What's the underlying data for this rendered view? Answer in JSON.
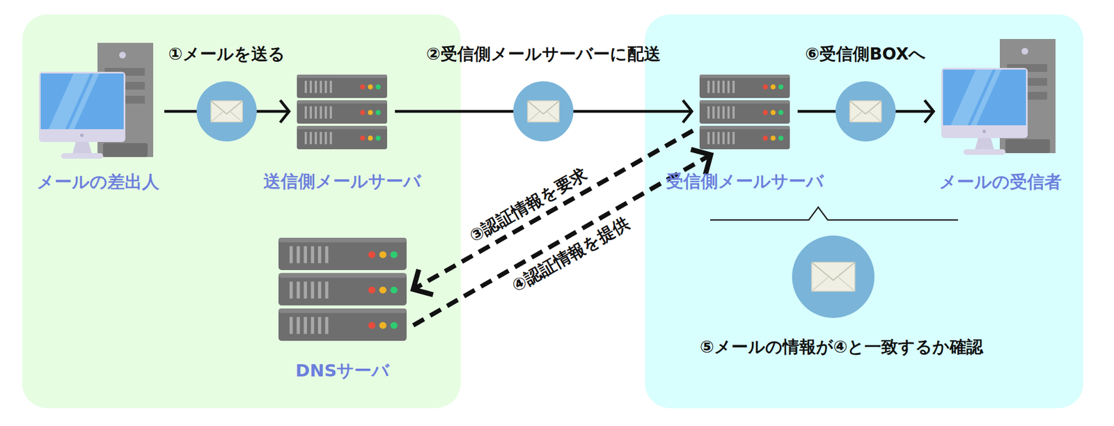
{
  "diagram": {
    "nodes": [
      {
        "text": [
          "メールの差出人"
        ]
      },
      {
        "text": [
          "送信側メールサーバ"
        ]
      },
      {
        "text": [
          "受信側メールサーバ"
        ]
      },
      {
        "text": [
          "メールの受信者"
        ]
      },
      {
        "text": [
          "DNSサーバ"
        ]
      }
    ],
    "edges": [
      {
        "from": 0,
        "to": 1,
        "label": "①メールを送る",
        "arrow": "to"
      },
      {
        "from": 1,
        "to": 2,
        "label": "②受信側メールサーバーに配送",
        "arrow": "to"
      },
      {
        "from": 2,
        "to": 3,
        "label": "⑥受信側BOXへ",
        "arrow": "to"
      },
      {
        "from": 2,
        "to": 4,
        "label": "③認証情報を要求",
        "arrow": "to"
      },
      {
        "from": 4,
        "to": 2,
        "label": "④認証情報を提供",
        "arrow": "to"
      }
    ],
    "labels": [
      "⑤メールの情報が④と一致するか確認"
    ]
  }
}
